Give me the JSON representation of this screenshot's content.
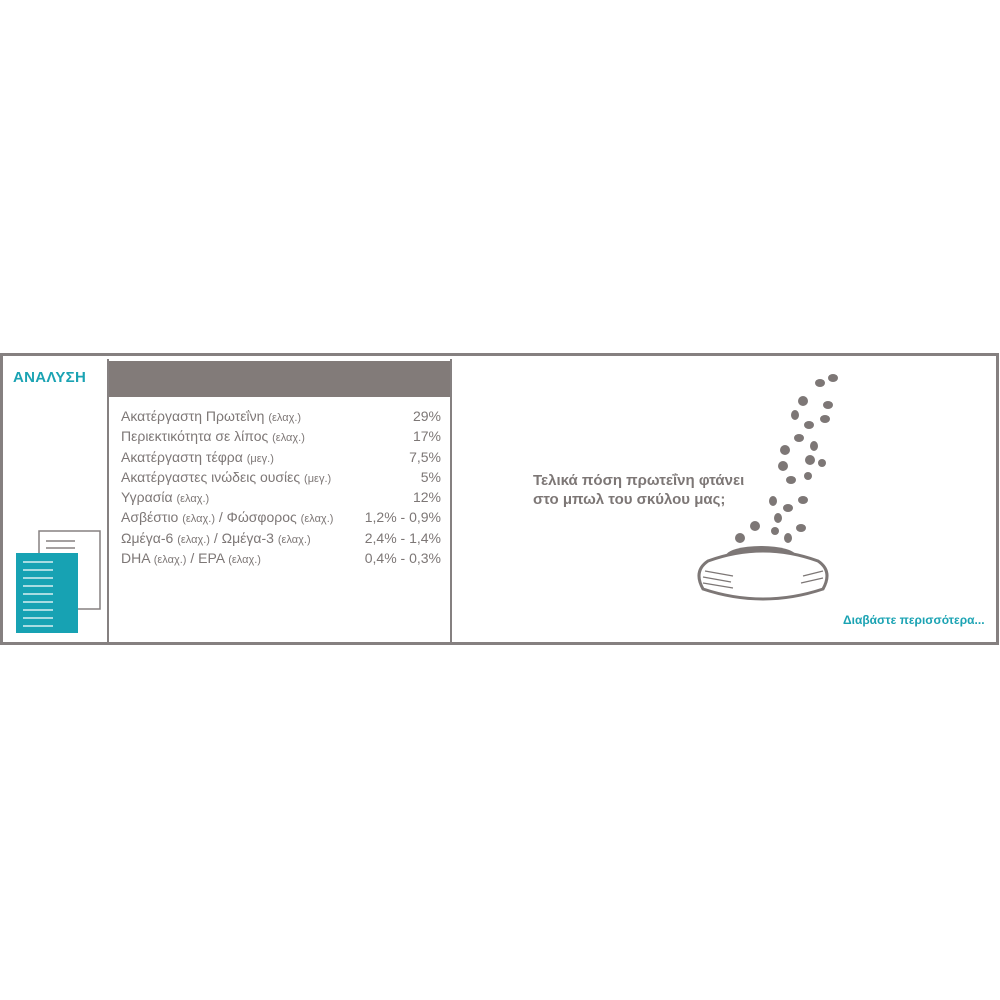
{
  "section_title": "ΑΝΑΛΥΣΗ",
  "rows": [
    {
      "label": "Ακατέργαστη Πρωτεΐνη",
      "qual": "(ελαχ.)",
      "value": "29%"
    },
    {
      "label": "Περιεκτικότητα σε λίπος",
      "qual": "(ελαχ.)",
      "value": "17%"
    },
    {
      "label": "Ακατέργαστη τέφρα",
      "qual": "(μεγ.)",
      "value": "7,5%"
    },
    {
      "label": "Ακατέργαστες ινώδεις ουσίες ",
      "qual": "(μεγ.)",
      "value": "5%"
    },
    {
      "label": "Υγρασία",
      "qual": "(ελαχ.)",
      "value": "12%"
    },
    {
      "label": "Ασβέστιο",
      "qual": "(ελαχ.)",
      "label2": "/ Φώσφορος",
      "qual2": "(ελαχ.)",
      "value": "1,2% - 0,9%"
    },
    {
      "label": "Ωμέγα-6",
      "qual": "(ελαχ.)",
      "label2": "/ Ωμέγα-3",
      "qual2": "(ελαχ.)",
      "value": "2,4% - 1,4%"
    },
    {
      "label": "DHA",
      "qual": "(ελαχ.)",
      "label2": "/ EPA",
      "qual2": "(ελαχ.)",
      "value": "0,4% - 0,3%"
    }
  ],
  "promo": {
    "line1": "Τελικά πόση πρωτεΐνη φτάνει",
    "line2": "στο μπωλ του σκύλου μας;",
    "link": "Διαβάστε περισσότερα..."
  },
  "colors": {
    "accent": "#1ba3b3",
    "gray": "#827b79",
    "text": "#7d7776"
  }
}
